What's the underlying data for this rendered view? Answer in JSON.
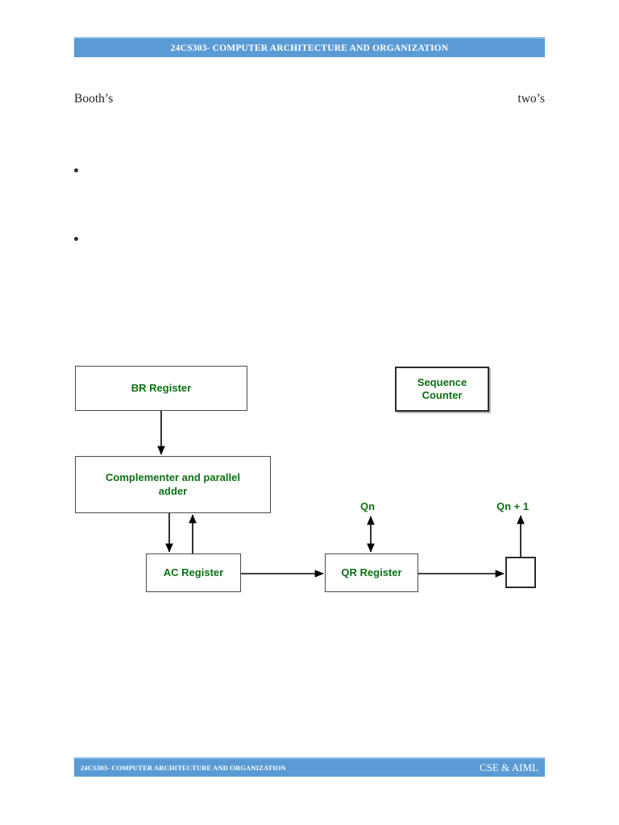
{
  "header": {
    "title": "24CS303- COMPUTER ARCHITECTURE AND ORGANIZATION",
    "band_color": "#5B9BD5"
  },
  "body": {
    "line1_left": "Booth’s",
    "line1_right": "two’s",
    "bullets": [
      {
        "text": ""
      },
      {
        "text": ""
      }
    ]
  },
  "diagram": {
    "text_color": "#0B7015",
    "line_color": "#000000",
    "boxes": [
      {
        "id": "br",
        "label": "BR Register"
      },
      {
        "id": "seq",
        "label": "Sequence\nCounter",
        "line1": "Sequence",
        "line2": "Counter"
      },
      {
        "id": "compl",
        "label": "Complementer and parallel adder",
        "line1": "Complementer and parallel",
        "line2": "adder"
      },
      {
        "id": "ac",
        "label": "AC Register"
      },
      {
        "id": "qr",
        "label": "QR Register"
      },
      {
        "id": "small",
        "label": ""
      }
    ],
    "labels": {
      "qn": "Qn",
      "qn_plus_1": "Qn + 1"
    }
  },
  "footer": {
    "left": "24CS303- COMPUTER ARCHITECTURE AND ORGANIZATION",
    "right": "CSE & AIML",
    "band_color": "#5B9BD5"
  }
}
